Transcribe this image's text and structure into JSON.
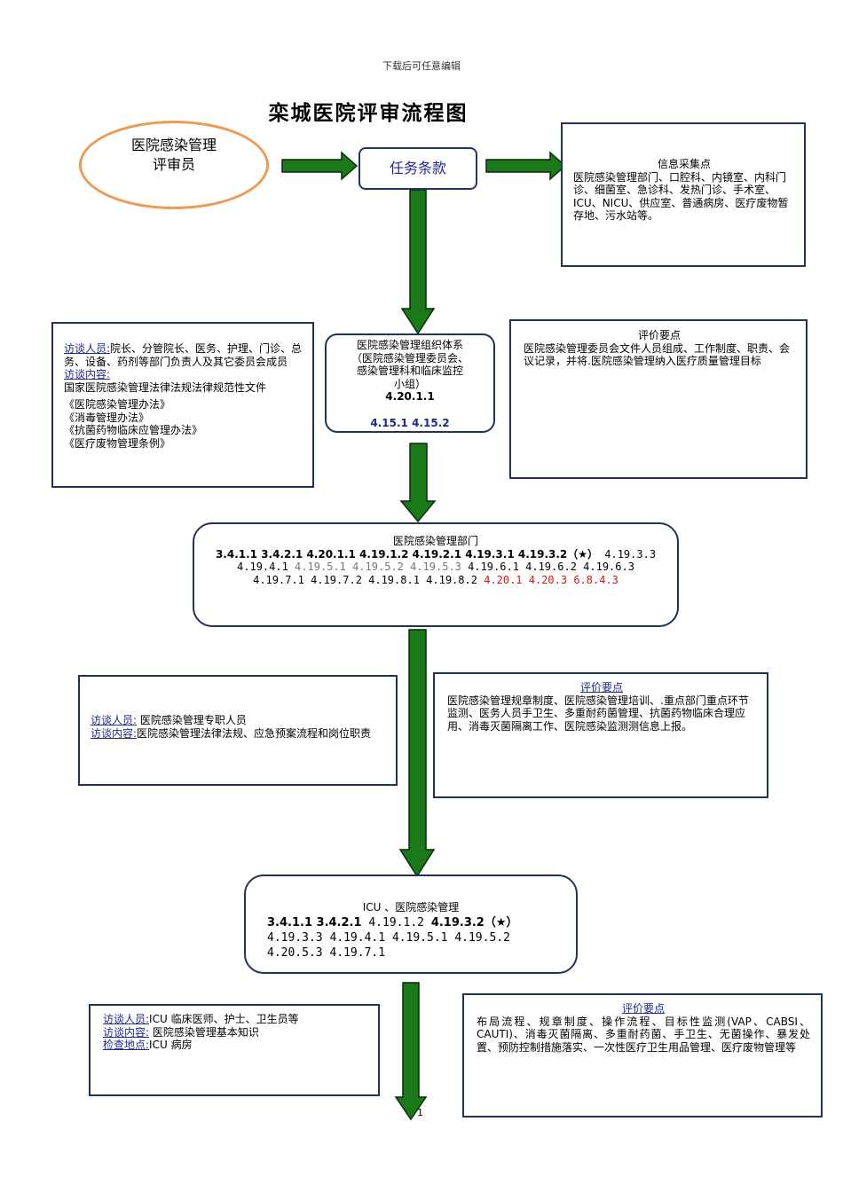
{
  "header_note": "下载后可任意编辑",
  "title": "栾城医院评审流程图",
  "reviewer": {
    "line1": "医院感染管理",
    "line2": "评审员"
  },
  "task": "任务条款",
  "info": {
    "title": "信息采集点",
    "text": "医院感染管理部门、口腔科、内镜室、内科门诊、细菌室、急诊科、发热门诊、手术室、ICU、NICU、供应室、普通病房、医疗废物暂存地、污水站等。"
  },
  "interview1": {
    "persons_label": "访谈人员:",
    "persons": "院长、分管院长、医务、护理、门诊、总务、设备、药剂等部门负责人及其它委员会成员",
    "content_label": "访谈内容:",
    "content": "国家医院感染管理法律法规法律规范性文件",
    "docs": [
      "《医院感染管理办法》",
      "《消毒管理办法》",
      "《抗菌药物临床应管理办法》",
      "《医疗废物管理条例》"
    ]
  },
  "org": {
    "line1": "医院感染管理组织体系",
    "line2": "（医院感染管理委员会、",
    "line3": "感染管理科和临床监控",
    "line4": "小组）",
    "code1": "4.20.1.1",
    "code2": "4.15.1  4.15.2"
  },
  "eval1": {
    "title": "评价要点",
    "text": "医院感染管理委员会文件人员组成、工作制度、职责、会议记录，并将.医院感染管理纳入医疗质量管理目标"
  },
  "dept": {
    "title": "医院感染管理部门",
    "row1_bold": "3.4.1.1  3.4.2.1  4.20.1.1  4.19.1.2  4.19.2.1  4.19.3.1  4.19.3.2（★）",
    "row1_tail": " 4.19.3.3",
    "row2_a": "4.19.4.1 ",
    "row2_grey": " 4.19.5.1  4.19.5.2  4.19.5.3",
    "row2_b": " 4.19.6.1  4.19.6.2 4.19.6.3",
    "row3_a": "4.19.7.1  4.19.7.2  4.19.8.1  4.19.8.2 ",
    "row3_red": " 4.20.1  4.20.3  6.8.4.3"
  },
  "interview2": {
    "persons_label": "访谈人员:",
    "persons": " 医院感染管理专职人员",
    "content_label": "访谈内容:",
    "content": "医院感染管理法律法规、应急预案流程和岗位职责"
  },
  "eval2": {
    "title": "评价要点",
    "text": "医院感染管理规章制度、医院感染管理培训、.重点部门重点环节监测、医务人员手卫生、多重耐药菌管理、抗菌药物临床合理应用、消毒灭菌隔离工作、医院感染监测测信息上报。"
  },
  "icu": {
    "title": "ICU 、医院感染管理",
    "row1_bold": "3.4.1.1  3.4.2.1",
    "row1_mid": " 4.19.1.2  ",
    "row1_bold2": "4.19.3.2（★）",
    "row2": "4.19.3.3  4.19.4.1  4.19.5.1  4.19.5.2",
    "row3": "4.20.5.3  4.19.7.1"
  },
  "interview3": {
    "persons_label": "访谈人员:",
    "persons": "ICU 临床医师、护士、卫生员等",
    "content_label": "访谈内容:",
    "content": " 医院感染管理基本知识",
    "place_label": "检查地点:",
    "place": "ICU 病房"
  },
  "eval3": {
    "title": "评价要点",
    "text": "布局流程、规章制度、操作流程、目标性监测(VAP、CABSI、CAUTI)、消毒灭菌隔离、多重耐药菌、手卫生、无菌操作、暴发处置、预防控制措施落实、一次性医疗卫生用品管理、医疗废物管理等"
  },
  "page_number": "1",
  "colors": {
    "arrow_fill": "#1a7a1a",
    "arrow_stroke": "#0a2a0a",
    "border": "#223355",
    "oval": "#ec9b55",
    "accent_blue": "#1f2a8a",
    "red": "#d01818"
  }
}
